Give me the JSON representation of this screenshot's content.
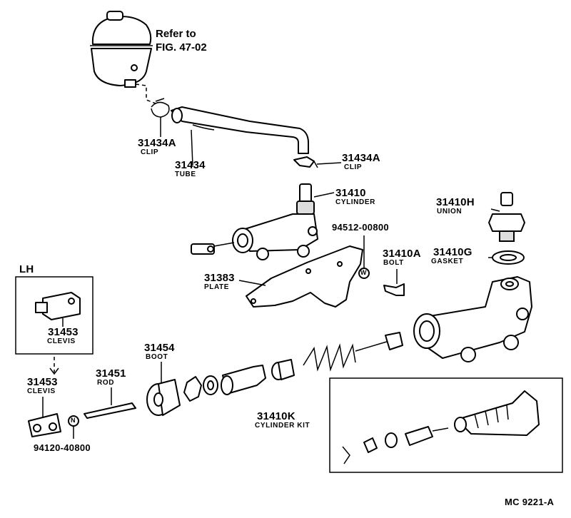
{
  "reference": {
    "line1": "Refer to",
    "line2": "FIG. 47-02"
  },
  "lh_label": "LH",
  "parts": {
    "clip_upper": {
      "number": "31434A",
      "name": "CLIP"
    },
    "tube": {
      "number": "31434",
      "name": "TUBE"
    },
    "clip_lower": {
      "number": "31434A",
      "name": "CLIP"
    },
    "cylinder": {
      "number": "31410",
      "name": "CYLINDER"
    },
    "washer_code": {
      "number": "94512-00800",
      "mark": "W"
    },
    "union": {
      "number": "31410H",
      "name": "UNION"
    },
    "gasket": {
      "number": "31410G",
      "name": "GASKET"
    },
    "bolt": {
      "number": "31410A",
      "name": "BOLT"
    },
    "plate": {
      "number": "31383",
      "name": "PLATE"
    },
    "clevis_lh": {
      "number": "31453",
      "name": "CLEVIS"
    },
    "boot": {
      "number": "31454",
      "name": "BOOT"
    },
    "rod": {
      "number": "31451",
      "name": "ROD"
    },
    "clevis": {
      "number": "31453",
      "name": "CLEVIS"
    },
    "nut_code": {
      "number": "94120-40800",
      "mark": "N"
    },
    "kit": {
      "number": "31410K",
      "name": "CYLINDER KIT"
    }
  },
  "diagram_code": "MC 9221-A"
}
